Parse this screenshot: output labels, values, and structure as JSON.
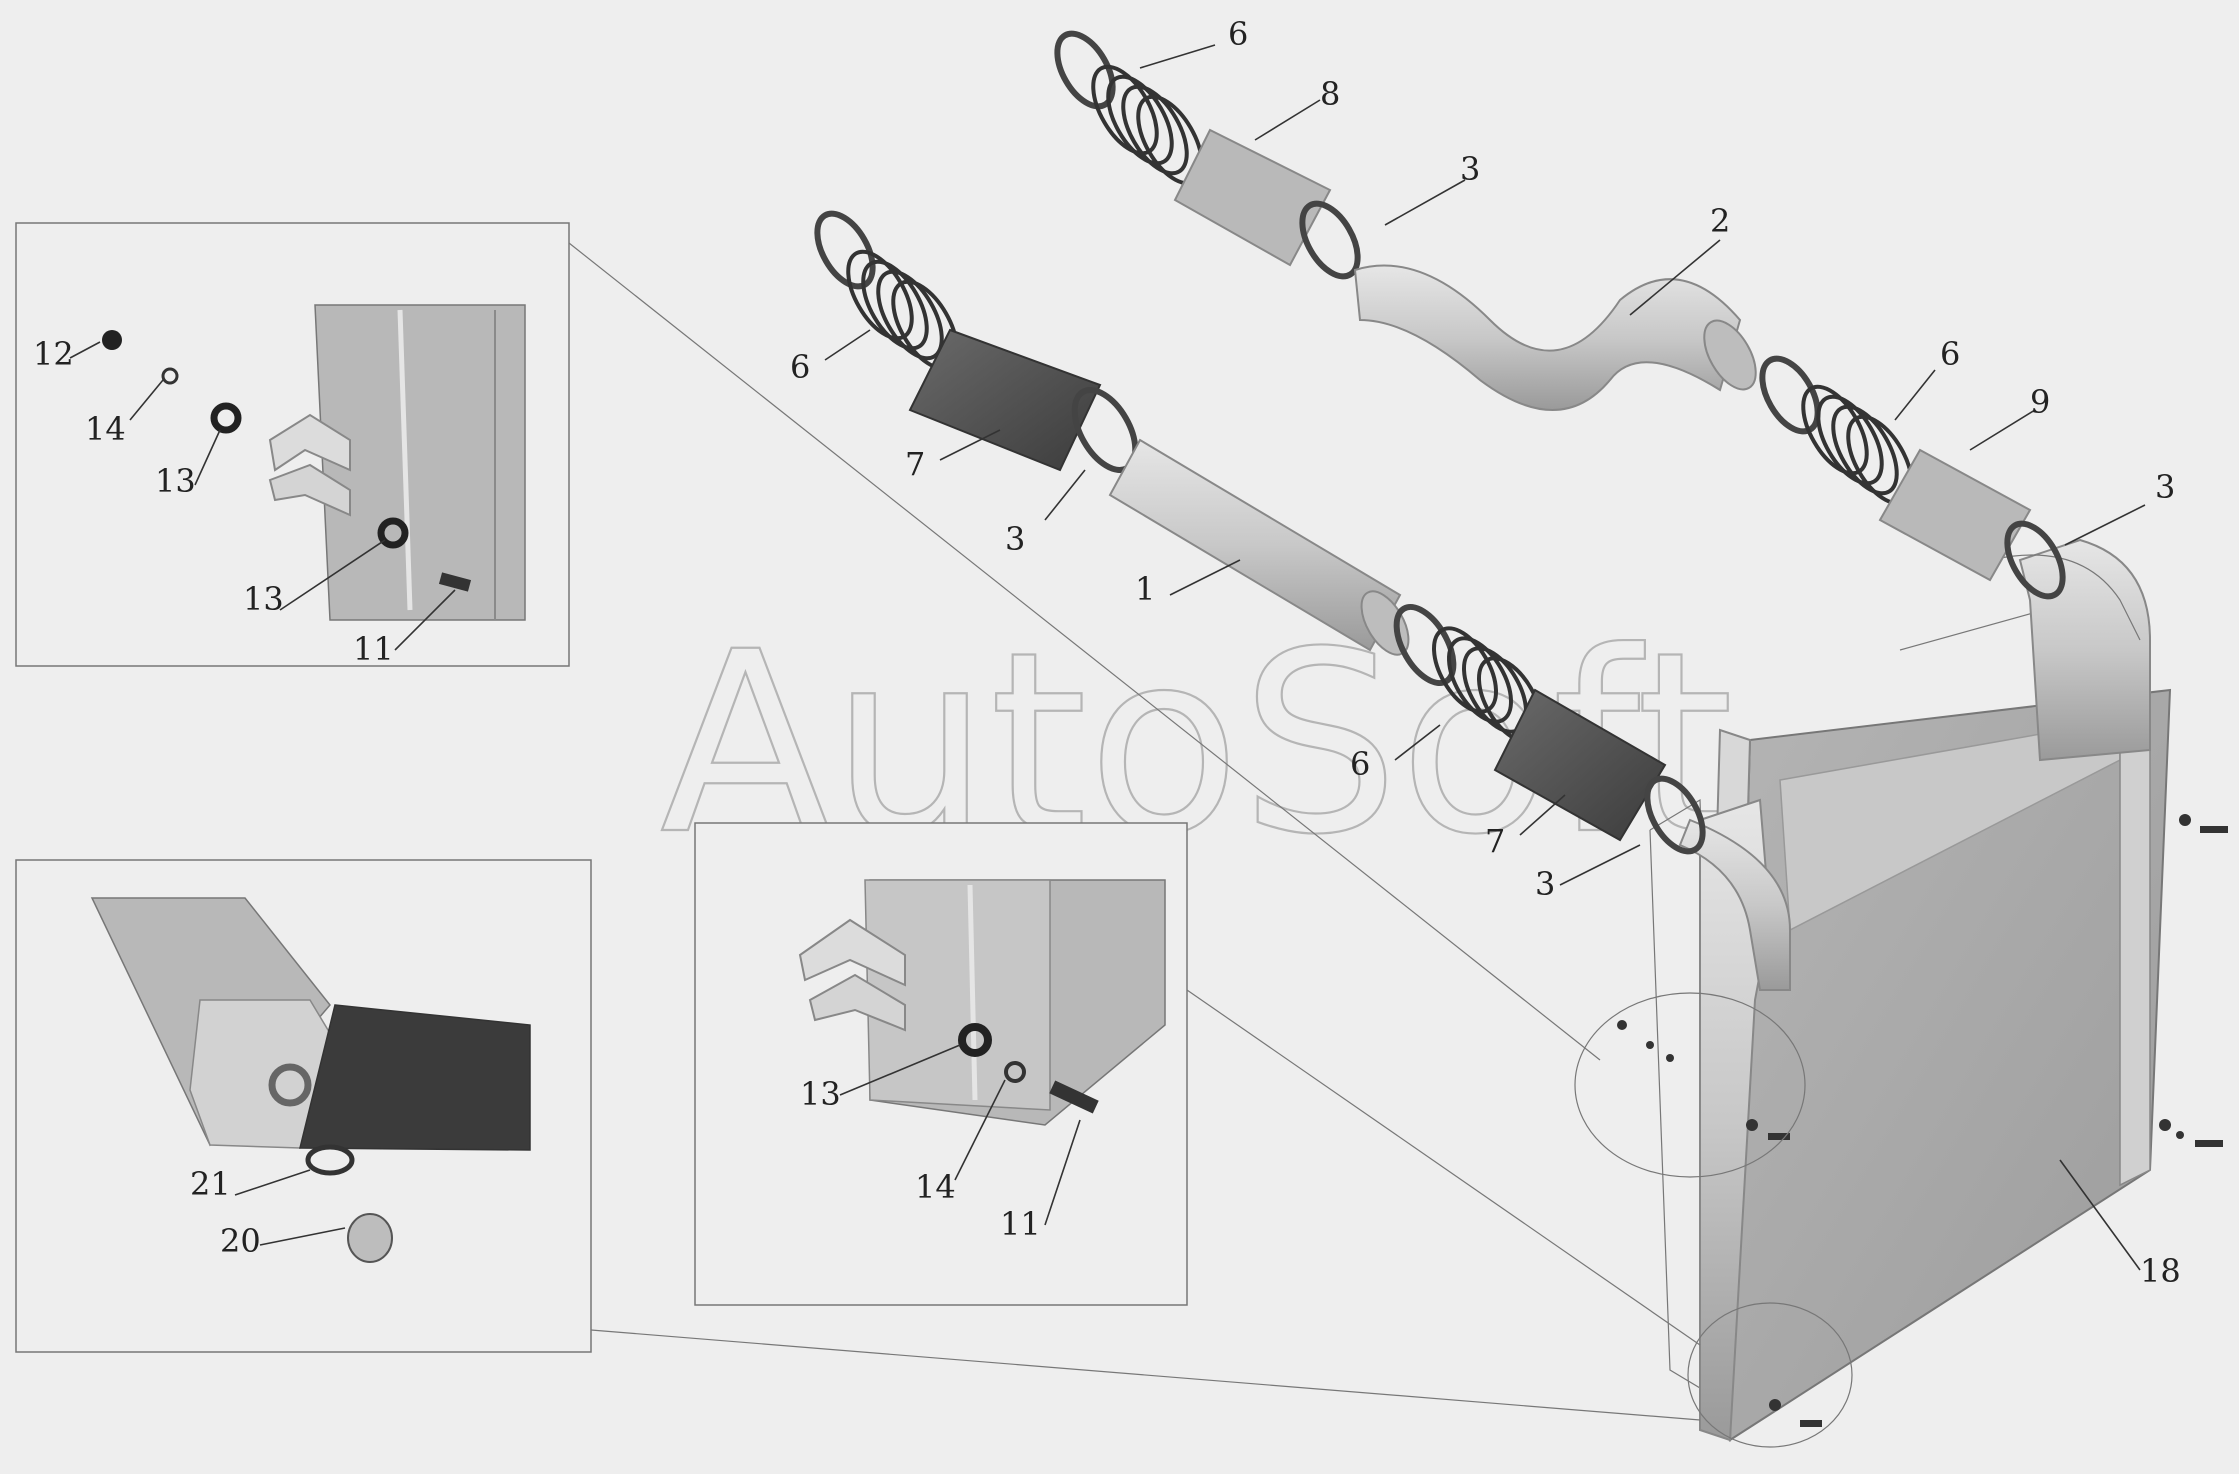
{
  "watermark": "AutoSoft",
  "colors": {
    "background": "#eeeeee",
    "part_light": "#cfcfcf",
    "part_mid": "#a9a9a9",
    "part_dark": "#4a4a4a",
    "frame": "#555555"
  },
  "callouts": {
    "c1": "1",
    "c2": "2",
    "c3a": "3",
    "c3b": "3",
    "c3c": "3",
    "c3d": "3",
    "c6a": "6",
    "c6b": "6",
    "c6c": "6",
    "c6d": "6",
    "c7a": "7",
    "c7b": "7",
    "c8": "8",
    "c9": "9",
    "c18": "18",
    "inset_top": {
      "c12": "12",
      "c14": "14",
      "c13a": "13",
      "c13b": "13",
      "c11": "11"
    },
    "inset_bottom": {
      "c21": "21",
      "c20": "20"
    },
    "inset_center": {
      "c13": "13",
      "c14": "14",
      "c11": "11"
    }
  }
}
